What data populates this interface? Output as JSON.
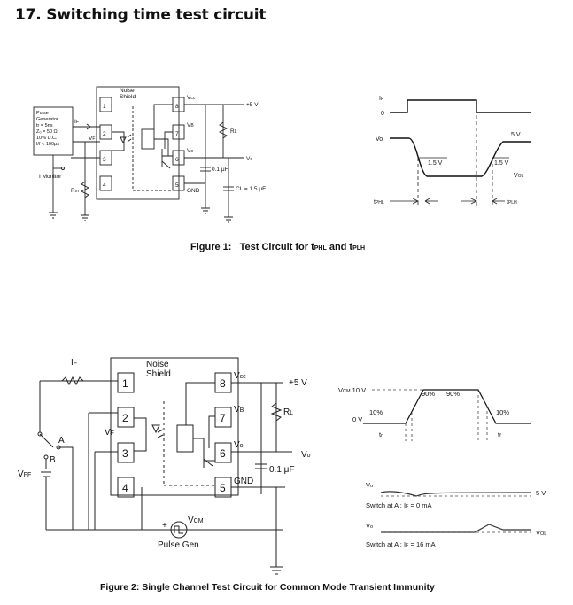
{
  "heading": "17. Switching time test circuit",
  "figure1": {
    "caption_prefix": "Figure 1:",
    "caption_text": "Test Circuit for t",
    "caption_sub1": "PHL",
    "caption_and": " and t",
    "caption_sub2": "PLH",
    "noise_shield": [
      "Noise",
      "Shield"
    ],
    "pulse_generator": [
      "Pulse",
      "Generator",
      "tr = 5ns",
      "Z₀ = 50 Ω",
      "10% D.C.",
      "I/f < 100μs"
    ],
    "if_label": "I",
    "if_sub": "F",
    "vf_label": "V",
    "vf_sub": "F",
    "if_monitor": "I",
    "if_monitor_rest": " Monitor",
    "rm_label": "R",
    "rm_sub": "m",
    "pins": [
      "1",
      "2",
      "3",
      "4",
      "5",
      "6",
      "7",
      "8"
    ],
    "vcc": "V",
    "vcc_sub": "cc",
    "vb": "V",
    "vb_sub": "B",
    "vo": "V",
    "vo_sub": "o",
    "gnd": "GND",
    "plus5v": "+5 V",
    "rl": "R",
    "rl_sub": "L",
    "cap01": "0.1 μF",
    "cl": "CL = 1.5 μF",
    "vo_out": "V",
    "vo_out_sub": "o",
    "wave_if": "I",
    "wave_if_sub": "F",
    "wave_zero": "0",
    "wave_vo": "Vo",
    "wave_5v": "5 V",
    "wave_15a": "1.5 V",
    "wave_15b": "1.5 V",
    "wave_vol": "V",
    "wave_vol_sub": "OL",
    "tphl": "t",
    "tphl_sub": "PHL",
    "tplh": "t",
    "tplh_sub": "PLH"
  },
  "figure2": {
    "caption": "Figure 2:   Single Channel Test Circuit for Common Mode Transient Immunity",
    "noise_shield": [
      "Noise",
      "Shield"
    ],
    "pins": [
      "1",
      "2",
      "3",
      "4",
      "5",
      "6",
      "7",
      "8"
    ],
    "if_label": "I",
    "if_sub": "F",
    "vf_label": "V",
    "vf_sub": "F",
    "vff_label": "V",
    "vff_sub": "FF",
    "a_label": "A",
    "b_label": "B",
    "vcc": "V",
    "vcc_sub": "cc",
    "vb": "V",
    "vb_sub": "B",
    "vo": "V",
    "vo_sub": "o",
    "gnd": "GND",
    "plus5v": "+5 V",
    "rl": "R",
    "rl_sub": "L",
    "cap01": "0.1 μF",
    "vo_out": "V",
    "vo_out_sub": "o",
    "vcm": "V",
    "vcm_sub": "CM",
    "plus": "+",
    "pulse_gen": "Pulse Gen",
    "wave_vcm": "V",
    "wave_vcm_sub": "CM",
    "wave_10v": "10 V",
    "wave_0v": "0 V",
    "wave_90a": "90%",
    "wave_90b": "90%",
    "wave_10a": "10%",
    "wave_10b": "10%",
    "wave_tr": "t",
    "wave_tr_sub": "r",
    "wave_tf": "t",
    "wave_tf_sub": "f",
    "vo_a": "V",
    "vo_a_sub": "o",
    "switch_a": "Switch at A : I",
    "switch_a_rest": " = 0 mA",
    "switch_sub": "F",
    "wave_5v": "5 V",
    "vo_b": "V",
    "vo_b_sub": "o",
    "switch_b": "Switch at A : I",
    "switch_b_rest": " = 16 mA",
    "wave_vol": "V",
    "wave_vol_sub": "OL"
  }
}
